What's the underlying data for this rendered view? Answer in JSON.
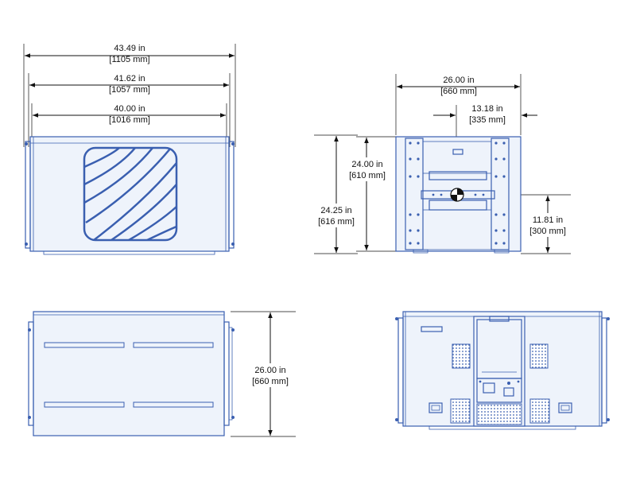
{
  "front_view": {
    "overall_width": {
      "in": "43.49 in",
      "mm": "[1105 mm]"
    },
    "mid_width": {
      "in": "41.62 in",
      "mm": "[1057 mm]"
    },
    "cabinet_width": {
      "in": "40.00 in",
      "mm": "[1016 mm]"
    }
  },
  "side_view": {
    "depth": {
      "in": "26.00 in",
      "mm": "[660 mm]"
    },
    "cg_depth": {
      "in": "13.18 in",
      "mm": "[335 mm]"
    },
    "body_height": {
      "in": "24.00 in",
      "mm": "[610 mm]"
    },
    "overall_height": {
      "in": "24.25 in",
      "mm": "[616 mm]"
    },
    "cg_height": {
      "in": "11.81 in",
      "mm": "[300 mm]"
    }
  },
  "top_view": {
    "depth": {
      "in": "26.00 in",
      "mm": "[660 mm]"
    }
  },
  "colors": {
    "drawing": "#3a5fb0",
    "dimension": "#111111",
    "panel": "#eef3fb"
  }
}
